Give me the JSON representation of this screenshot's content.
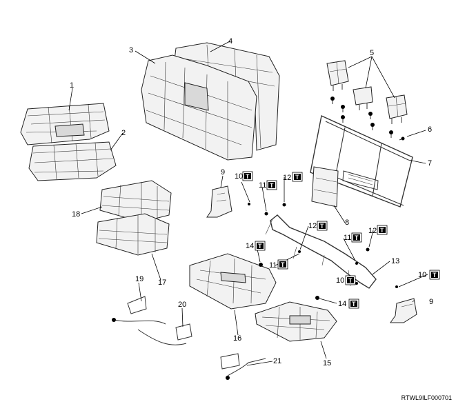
{
  "callouts": {
    "c1": "1",
    "c2": "2",
    "c3": "3",
    "c4": "4",
    "c5": "5",
    "c6": "6",
    "c7": "7",
    "c8": "8",
    "c9a": "9",
    "c9b": "9",
    "c10a": "10",
    "c10b": "10",
    "c10c": "10",
    "c11a": "11",
    "c11b": "11",
    "c11c": "11",
    "c12a": "12",
    "c12b": "12",
    "c12c": "12",
    "c13": "13",
    "c14a": "14",
    "c14b": "14",
    "c15": "15",
    "c16": "16",
    "c17": "17",
    "c18": "18",
    "c19": "19",
    "c20": "20",
    "c21": "21"
  },
  "torque_symbol": "T",
  "figure_code": "RTWL9ILF000701"
}
